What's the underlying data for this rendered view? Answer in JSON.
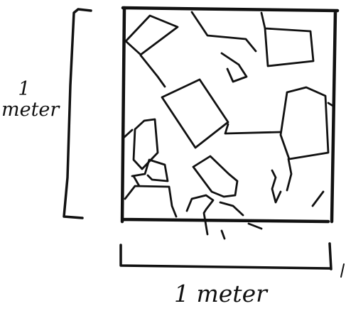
{
  "diagram": {
    "left_dimension": {
      "number": "1",
      "unit": "meter"
    },
    "bottom_dimension": {
      "label": "1 meter"
    }
  },
  "colors": {
    "ink": "#111111",
    "background": "#ffffff"
  }
}
